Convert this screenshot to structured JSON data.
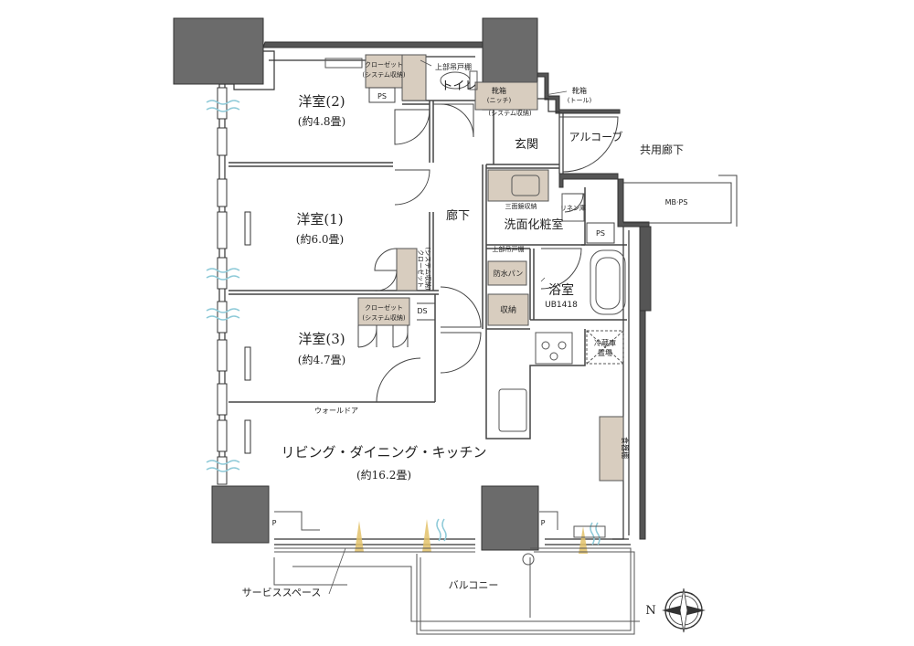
{
  "rooms": {
    "western2": {
      "name": "洋室(2)",
      "size": "(約4.8畳)"
    },
    "western1": {
      "name": "洋室(1)",
      "size": "(約6.0畳)"
    },
    "western3": {
      "name": "洋室(3)",
      "size": "(約4.7畳)"
    },
    "ldk": {
      "name": "リビング・ダイニング・キッチン",
      "size": "(約16.2畳)"
    },
    "toilet": "トイレ",
    "entrance": "玄関",
    "alcove": "アルコーブ",
    "corridor": "廊下",
    "washroom": "洗面化粧室",
    "bathroom": {
      "name": "浴室",
      "model": "UB1418"
    },
    "balcony": "バルコニー",
    "service_space": "サービススペース",
    "common_corridor": "共用廊下"
  },
  "storage": {
    "closet_w2_line1": "クローゼット",
    "closet_w2_line2": "(システム収納)",
    "closet_w1_line1": "クローゼット",
    "closet_w1_line2": "(システム収納)",
    "closet_w3_line1": "クローゼット",
    "closet_w3_line2": "(システム収納)",
    "upper_shelf_toilet": "上部吊戸棚",
    "upper_shelf_wash": "上部吊戸棚",
    "shoe_box_niche_line1": "靴箱",
    "shoe_box_niche_line2": "(ニッチ)",
    "shoe_box_system": "(システム収納)",
    "shoe_box_tall_line1": "靴箱",
    "shoe_box_tall_line2": "(トール)",
    "triple_mirror": "三面鏡収納",
    "linen": "リネン庫",
    "waterproof_pan": "防水パン",
    "storage": "収納",
    "fridge_line1": "冷蔵庫",
    "fridge_line2": "置場",
    "pantry": "食器棚",
    "wall_door": "ウォールドア"
  },
  "symbols": {
    "ps": "PS",
    "ps2": "PS",
    "ds": "DS",
    "mb_ps": "MB·PS",
    "p_left": "P",
    "p_right": "P",
    "north": "N"
  },
  "colors": {
    "column": "#6b6b6b",
    "storage_fill": "#d8cdbf",
    "wall": "#3a3a3a",
    "airflow": "#8ecad8",
    "light": "#e3c26a"
  }
}
